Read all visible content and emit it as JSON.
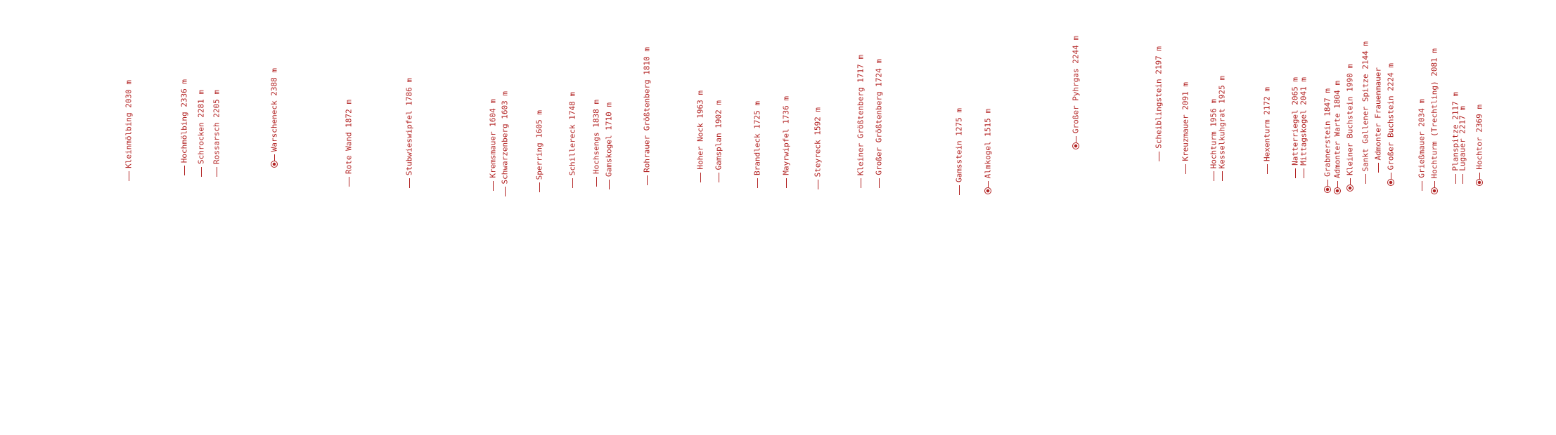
{
  "accent": "#b22222",
  "marker_icon": "summit-circle-icon",
  "peaks": [
    {
      "label": "Kleinmölbing 2030 m",
      "marker": false
    },
    {
      "label": "Hochmölbing 2336 m",
      "marker": false
    },
    {
      "label": "Schrocken 2281 m",
      "marker": false
    },
    {
      "label": "Rossarsch 2205 m",
      "marker": false
    },
    {
      "label": "Warscheneck 2388 m",
      "marker": true
    },
    {
      "label": "Rote Wand 1872 m",
      "marker": false
    },
    {
      "label": "Stubwieswipfel 1786 m",
      "marker": false
    },
    {
      "label": "Kremsmauer 1604 m",
      "marker": false
    },
    {
      "label": "Schwarzenberg 1603 m",
      "marker": false
    },
    {
      "label": "Sperring 1605 m",
      "marker": false
    },
    {
      "label": "Schillereck 1748 m",
      "marker": false
    },
    {
      "label": "Hochsengs 1838 m",
      "marker": false
    },
    {
      "label": "Gamskogel 1710 m",
      "marker": false
    },
    {
      "label": "Rohrauer Größtenberg 1810 m",
      "marker": false
    },
    {
      "label": "Hoher Nock 1963 m",
      "marker": false
    },
    {
      "label": "Gamsplan 1902 m",
      "marker": false
    },
    {
      "label": "Brandleck 1725 m",
      "marker": false
    },
    {
      "label": "Mayrwipfel 1736 m",
      "marker": false
    },
    {
      "label": "Steyreck 1592 m",
      "marker": false
    },
    {
      "label": "Kleiner Größtenberg 1717 m",
      "marker": false
    },
    {
      "label": "Großer Größtenberg 1724 m",
      "marker": false
    },
    {
      "label": "Gamsstein 1275 m",
      "marker": false
    },
    {
      "label": "Almkogel 1515 m",
      "marker": true
    },
    {
      "label": "Großer Pyhrgas 2244 m",
      "marker": true
    },
    {
      "label": "Scheiblingstein 2197 m",
      "marker": false
    },
    {
      "label": "Kreuzmauer 2091 m",
      "marker": false
    },
    {
      "label": "Hochturm 1956 m",
      "marker": false
    },
    {
      "label": "Kesselkuhgrat 1925 m",
      "marker": false
    },
    {
      "label": "Hexenturm 2172 m",
      "marker": false
    },
    {
      "label": "Natterriegel 2065 m",
      "marker": false
    },
    {
      "label": "Mittagskogel 2041 m",
      "marker": false
    },
    {
      "label": "Grabnerstein 1847 m",
      "marker": true
    },
    {
      "label": "Admonter Warte 1804 m",
      "marker": true
    },
    {
      "label": "Kleiner Buchstein 1990 m",
      "marker": true
    },
    {
      "label": "Sankt Gallener Spitze 2144 m",
      "marker": false
    },
    {
      "label": "Admonter Frauenmauer",
      "marker": false
    },
    {
      "label": "Großer Buchstein 2224 m",
      "marker": true
    },
    {
      "label": "Grießmauer 2034 m",
      "marker": false
    },
    {
      "label": "Hochturm (Trechtling) 2081 m",
      "marker": true
    },
    {
      "label": "Planspitze 2117 m",
      "marker": false
    },
    {
      "label": "Lugauer 2217 m",
      "marker": false
    },
    {
      "label": "Hochtor 2369 m",
      "marker": true
    }
  ]
}
